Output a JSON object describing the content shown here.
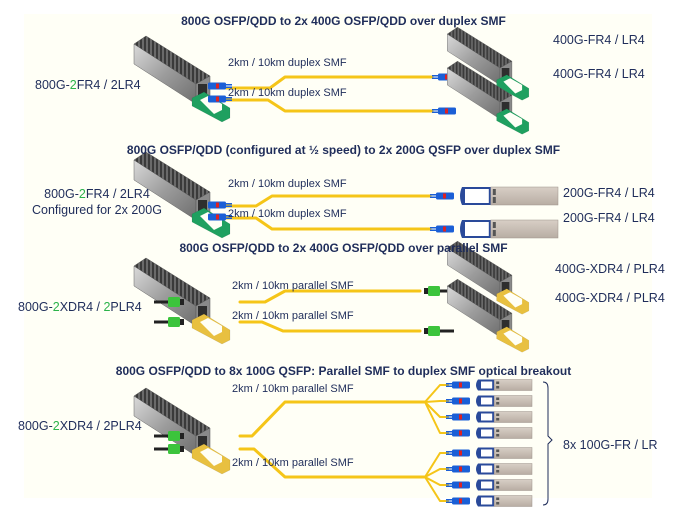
{
  "colors": {
    "text": "#1f2d5a",
    "accent_green": "#2bb34a",
    "fiber_yellow": "#f5c518",
    "pull_tab_green": "#1fa060",
    "pull_tab_yellow": "#e8c040",
    "lc_blue": "#1b5fd6",
    "mpo_green": "#3cc43c",
    "qsfp_tab_blue": "#2a4a9a",
    "panel_bg": "#fffff6"
  },
  "sections": [
    {
      "title": "800G OSFP/QDD to 2x 400G OSFP/QDD over duplex SMF",
      "source": {
        "prefix": "800G-",
        "accent1": "2",
        "mid": "FR4 / 2LR4",
        "accent2": "",
        "suffix": "",
        "line2": ""
      },
      "cables": [
        "2km / 10km duplex SMF",
        "2km / 10km duplex SMF"
      ],
      "targets": [
        "400G-FR4 / LR4",
        "400G-FR4 / LR4"
      ],
      "connector": "LC duplex",
      "tab_color": "green"
    },
    {
      "title": "800G OSFP/QDD (configured at ½ speed) to 2x 200G QSFP over duplex SMF",
      "source": {
        "prefix": "800G-",
        "accent1": "2",
        "mid": "FR4 / 2LR4",
        "accent2": "",
        "suffix": "",
        "line2": "Configured for 2x 200G"
      },
      "cables": [
        "2km / 10km duplex SMF",
        "2km / 10km duplex SMF"
      ],
      "targets": [
        "200G-FR4 / LR4",
        "200G-FR4 / LR4"
      ],
      "connector": "LC duplex",
      "tab_color": "green"
    },
    {
      "title": "800G OSFP/QDD to 2x 400G OSFP/QDD over parallel SMF",
      "source": {
        "prefix": "800G-",
        "accent1": "2",
        "mid": "XDR4 / ",
        "accent2": "2",
        "suffix": "PLR4",
        "line2": ""
      },
      "cables": [
        "2km / 10km parallel SMF",
        "2km / 10km parallel SMF"
      ],
      "targets": [
        "400G-XDR4 / PLR4",
        "400G-XDR4 / PLR4"
      ],
      "connector": "MPO",
      "tab_color": "yellow"
    },
    {
      "title": "800G OSFP/QDD to 8x 100G QSFP: Parallel SMF to duplex SMF optical breakout",
      "source": {
        "prefix": "800G-",
        "accent1": "2",
        "mid": "XDR4 / 2PLR4",
        "accent2": "",
        "suffix": "",
        "line2": ""
      },
      "cables": [
        "2km / 10km parallel SMF",
        "2km / 10km parallel SMF"
      ],
      "targets": [
        "8x 100G-FR / LR"
      ],
      "breakout_count": 8,
      "connector": "MPO to LC breakout",
      "tab_color": "yellow"
    }
  ]
}
